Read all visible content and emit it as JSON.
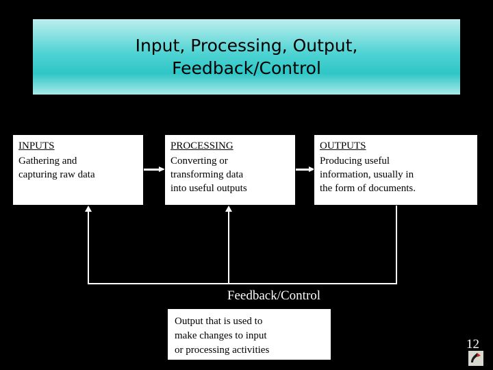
{
  "slide": {
    "title": "Input, Processing, Output,\nFeedback/Control",
    "number": "12",
    "background_color": "#000000",
    "banner_color": "#4fd3d3",
    "line_color": "#ffffff"
  },
  "boxes": [
    {
      "heading": "INPUTS",
      "body": "Gathering and\ncapturing raw data"
    },
    {
      "heading": "PROCESSING",
      "body": "Converting or\ntransforming data\ninto useful outputs"
    },
    {
      "heading": "OUTPUTS",
      "body": "Producing useful\ninformation, usually in\nthe form of documents."
    }
  ],
  "feedback": {
    "caption": "Feedback/Control",
    "body": "Output that is used to\nmake changes to input\nor processing activities"
  },
  "icons": {
    "arrow_right_1": "arrow-right-icon",
    "arrow_right_2": "arrow-right-icon",
    "arrow_up_left": "arrow-up-icon",
    "arrow_up_mid": "arrow-up-icon",
    "logo": "logo-mark-icon"
  }
}
